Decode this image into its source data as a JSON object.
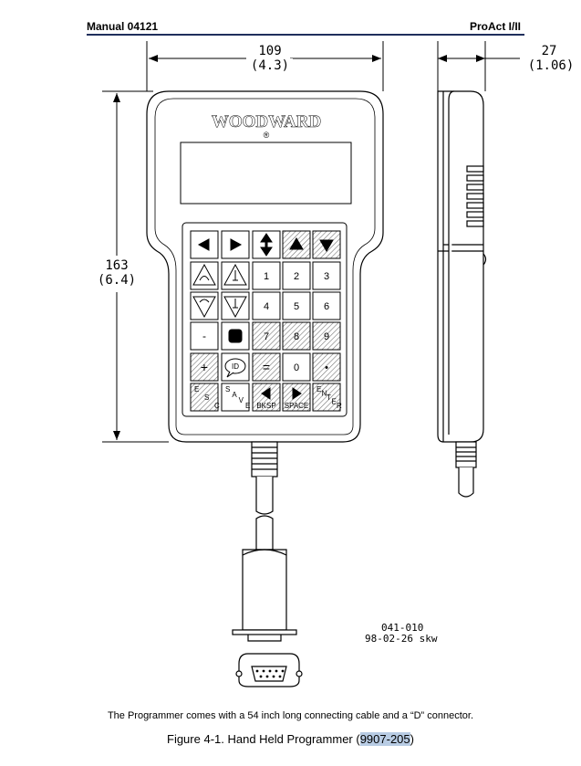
{
  "header": {
    "left": "Manual 04121",
    "right": "ProAct I/II"
  },
  "dimensions": {
    "width_mm": "109",
    "width_in": "(4.3)",
    "height_mm": "163",
    "height_in": "(6.4)",
    "depth_mm": "27",
    "depth_in": "(1.06)"
  },
  "brand": "WOODWARD",
  "registered_mark": "®",
  "keypad": {
    "numbers": [
      "1",
      "2",
      "3",
      "4",
      "5",
      "6",
      "7",
      "8",
      "9",
      "0"
    ],
    "minus": "-",
    "plus": "+",
    "id": "ID",
    "equals": "=",
    "dot": "•",
    "esc_letters": [
      "E",
      "S",
      "C"
    ],
    "save_letters": [
      "S",
      "A",
      "V",
      "E"
    ],
    "enter_letters": [
      "E",
      "N",
      "T",
      "E",
      "R"
    ],
    "bksp": "BKSP",
    "space": "SPACE"
  },
  "drawing_stamp": {
    "line1": "041-010",
    "line2": "98-02-26  skw"
  },
  "caption": "The Programmer comes with a 54 inch long connecting cable and a “D” connector.",
  "figure": {
    "prefix": "Figure 4-1. Hand Held Programmer (",
    "part_no": "9907-205",
    "suffix": ")"
  }
}
